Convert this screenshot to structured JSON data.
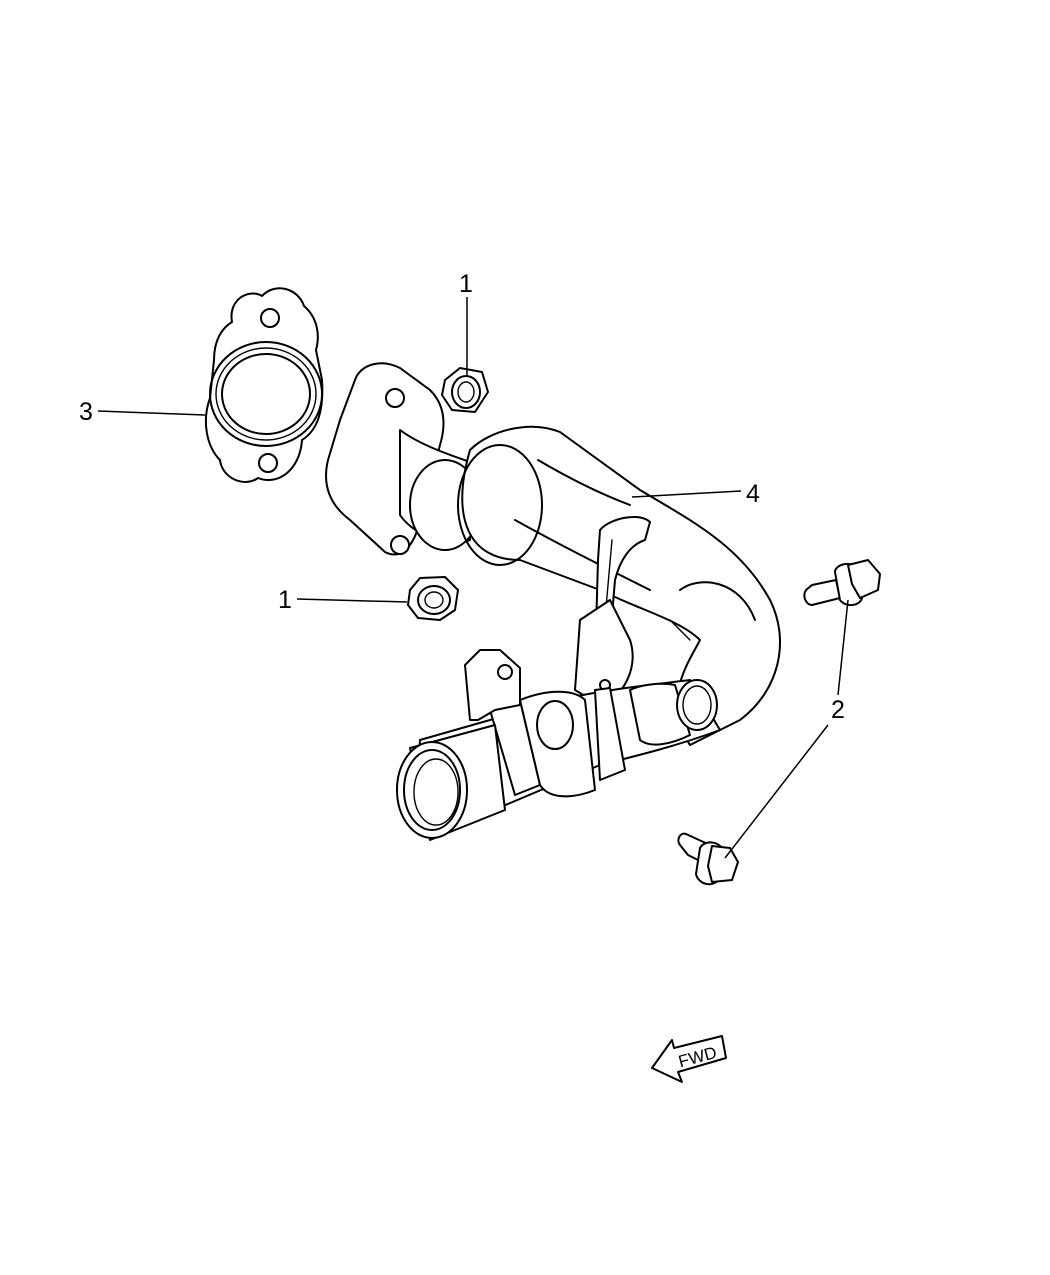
{
  "callouts": {
    "nut_top": "1",
    "nut_left": "1",
    "bolt": "2",
    "gasket": "3",
    "tube": "4"
  },
  "direction_label": "FWD",
  "parts": [
    {
      "number": "1",
      "icon": "hex-nut-icon"
    },
    {
      "number": "2",
      "icon": "flange-bolt-icon"
    },
    {
      "number": "3",
      "icon": "gasket-icon"
    },
    {
      "number": "4",
      "icon": "coolant-tube-icon"
    }
  ]
}
